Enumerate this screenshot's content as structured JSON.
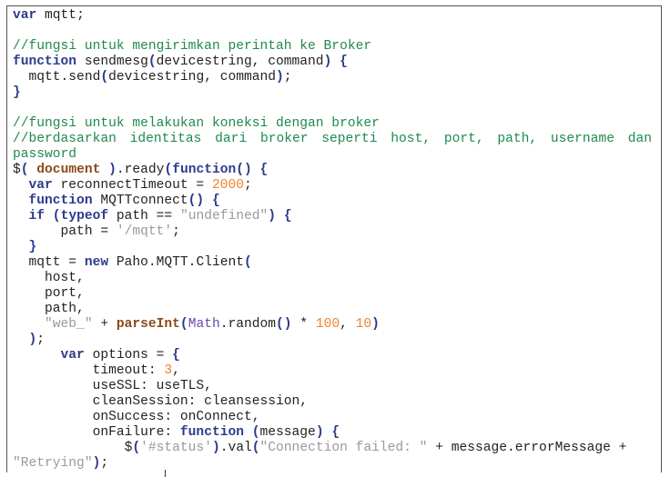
{
  "colors": {
    "keyword": "#2b3b8c",
    "comment": "#1f8a4c",
    "string": "#9a9a9a",
    "number": "#f0842c",
    "builtin": "#8a4a1a",
    "object": "#6a4aa8"
  },
  "lines": [
    {
      "t": [
        [
          "var",
          "kw"
        ],
        [
          " mqtt;",
          ""
        ]
      ]
    },
    {
      "t": []
    },
    {
      "t": [
        [
          "//fungsi untuk mengirimkan perintah ke Broker",
          "cm"
        ]
      ]
    },
    {
      "t": [
        [
          "function",
          "kw"
        ],
        [
          " sendmesg",
          ""
        ],
        [
          "(",
          "pu"
        ],
        [
          "devicestring, command",
          ""
        ],
        [
          ")",
          "pu"
        ],
        [
          " ",
          ""
        ],
        [
          "{",
          "pu"
        ]
      ]
    },
    {
      "t": [
        [
          "  mqtt.send",
          ""
        ],
        [
          "(",
          "pu"
        ],
        [
          "devicestring, command",
          ""
        ],
        [
          ")",
          "pu"
        ],
        [
          ";",
          ""
        ]
      ]
    },
    {
      "t": [
        [
          "}",
          "pu"
        ]
      ]
    },
    {
      "t": []
    },
    {
      "t": [
        [
          "//fungsi untuk melakukan koneksi dengan broker",
          "cm"
        ]
      ]
    },
    {
      "just": true,
      "t": [
        [
          "//berdasarkan identitas dari broker seperti host, port, path, username dan",
          "cm"
        ]
      ]
    },
    {
      "t": [
        [
          "password",
          "cm"
        ]
      ]
    },
    {
      "t": [
        [
          "$",
          ""
        ],
        [
          "(",
          "pu"
        ],
        [
          " ",
          ""
        ],
        [
          "document",
          "bi"
        ],
        [
          " ",
          ""
        ],
        [
          ")",
          "pu"
        ],
        [
          ".ready",
          ""
        ],
        [
          "(",
          "pu"
        ],
        [
          "function",
          "kw"
        ],
        [
          "()",
          "pu"
        ],
        [
          " ",
          ""
        ],
        [
          "{",
          "pu"
        ]
      ]
    },
    {
      "t": [
        [
          "  ",
          ""
        ],
        [
          "var",
          "kw"
        ],
        [
          " reconnectTimeout = ",
          ""
        ],
        [
          "2000",
          "nu"
        ],
        [
          ";",
          ""
        ]
      ]
    },
    {
      "t": [
        [
          "  ",
          ""
        ],
        [
          "function",
          "kw"
        ],
        [
          " MQTTconnect",
          ""
        ],
        [
          "()",
          "pu"
        ],
        [
          " ",
          ""
        ],
        [
          "{",
          "pu"
        ]
      ]
    },
    {
      "t": [
        [
          "  ",
          ""
        ],
        [
          "if",
          "kw"
        ],
        [
          " ",
          ""
        ],
        [
          "(",
          "pu"
        ],
        [
          "typeof",
          "kw"
        ],
        [
          " path == ",
          ""
        ],
        [
          "\"undefined\"",
          "st"
        ],
        [
          ")",
          "pu"
        ],
        [
          " ",
          ""
        ],
        [
          "{",
          "pu"
        ]
      ]
    },
    {
      "t": [
        [
          "      path = ",
          ""
        ],
        [
          "'/mqtt'",
          "st"
        ],
        [
          ";",
          ""
        ]
      ]
    },
    {
      "t": [
        [
          "  ",
          ""
        ],
        [
          "}",
          "pu"
        ]
      ]
    },
    {
      "t": [
        [
          "  mqtt = ",
          ""
        ],
        [
          "new",
          "kw"
        ],
        [
          " Paho.MQTT.Client",
          ""
        ],
        [
          "(",
          "pu"
        ]
      ]
    },
    {
      "t": [
        [
          "    host,",
          ""
        ]
      ]
    },
    {
      "t": [
        [
          "    port,",
          ""
        ]
      ]
    },
    {
      "t": [
        [
          "    path,",
          ""
        ]
      ]
    },
    {
      "t": [
        [
          "    ",
          ""
        ],
        [
          "\"web_\"",
          "st"
        ],
        [
          " + ",
          ""
        ],
        [
          "parseInt",
          "bi"
        ],
        [
          "(",
          "pu"
        ],
        [
          "Math",
          "ob"
        ],
        [
          ".random",
          ""
        ],
        [
          "()",
          "pu"
        ],
        [
          " * ",
          ""
        ],
        [
          "100",
          "nu"
        ],
        [
          ", ",
          ""
        ],
        [
          "10",
          "nu"
        ],
        [
          ")",
          "pu"
        ]
      ]
    },
    {
      "t": [
        [
          "  ",
          ""
        ],
        [
          ")",
          "pu"
        ],
        [
          ";",
          ""
        ]
      ]
    },
    {
      "t": [
        [
          "      ",
          ""
        ],
        [
          "var",
          "kw"
        ],
        [
          " options = ",
          ""
        ],
        [
          "{",
          "pu"
        ]
      ]
    },
    {
      "t": [
        [
          "          timeout: ",
          ""
        ],
        [
          "3",
          "nu"
        ],
        [
          ",",
          ""
        ]
      ]
    },
    {
      "t": [
        [
          "          useSSL: useTLS,",
          ""
        ]
      ]
    },
    {
      "t": [
        [
          "          cleanSession: cleansession,",
          ""
        ]
      ]
    },
    {
      "t": [
        [
          "          onSuccess: onConnect,",
          ""
        ]
      ]
    },
    {
      "t": [
        [
          "          onFailure: ",
          ""
        ],
        [
          "function",
          "kw"
        ],
        [
          " ",
          ""
        ],
        [
          "(",
          "pu"
        ],
        [
          "message",
          ""
        ],
        [
          ")",
          "pu"
        ],
        [
          " ",
          ""
        ],
        [
          "{",
          "pu"
        ]
      ]
    },
    {
      "t": [
        [
          "              $",
          ""
        ],
        [
          "(",
          "pu"
        ],
        [
          "'#status'",
          "st"
        ],
        [
          ")",
          "pu"
        ],
        [
          ".val",
          ""
        ],
        [
          "(",
          "pu"
        ],
        [
          "\"Connection failed: \"",
          "st"
        ],
        [
          " + message.errorMessage + ",
          ""
        ]
      ]
    },
    {
      "t": [
        [
          "\"Retrying\"",
          "st"
        ],
        [
          ")",
          "pu"
        ],
        [
          ";",
          ""
        ]
      ]
    }
  ]
}
